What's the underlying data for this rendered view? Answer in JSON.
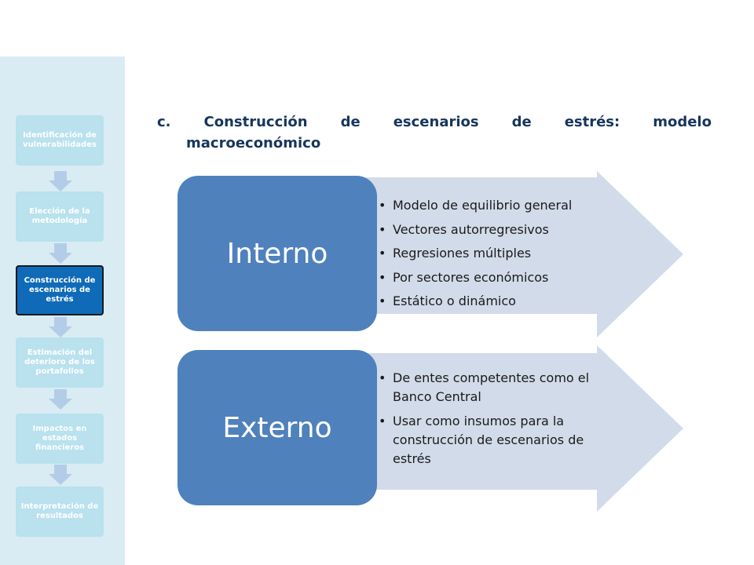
{
  "sidebar": {
    "steps": [
      {
        "label": "Identificación de vulnerabilidades"
      },
      {
        "label": "Elección de la metodología"
      },
      {
        "label": "Construcción de escenarios de estrés"
      },
      {
        "label": "Estimación del deterioro de los portafolios"
      },
      {
        "label": "Impactos en estados financieros"
      },
      {
        "label": "Interpretación de resultados"
      }
    ]
  },
  "heading": {
    "prefix": "c.",
    "words": [
      "Construcción",
      "de",
      "escenarios",
      "de",
      "estrés:",
      "modelo"
    ],
    "line2": "macroeconómico"
  },
  "groups": [
    {
      "title": "Interno",
      "items": [
        "Modelo de equilibrio general",
        "Vectores autorregresivos",
        "Regresiones múltiples",
        "Por sectores económicos",
        "Estático  o dinámico"
      ]
    },
    {
      "title": "Externo",
      "items": [
        "De entes competentes como el Banco Central",
        "Usar como insumos para la construcción de escenarios de estrés"
      ]
    }
  ],
  "colors": {
    "step_inactive": "#b9e1ee",
    "step_active": "#0f6bb8",
    "sidebar_bg": "#d9ecf3",
    "category_box": "#4f81bd",
    "arrow_fill": "#d2dbe9",
    "heading_text": "#17365d"
  }
}
